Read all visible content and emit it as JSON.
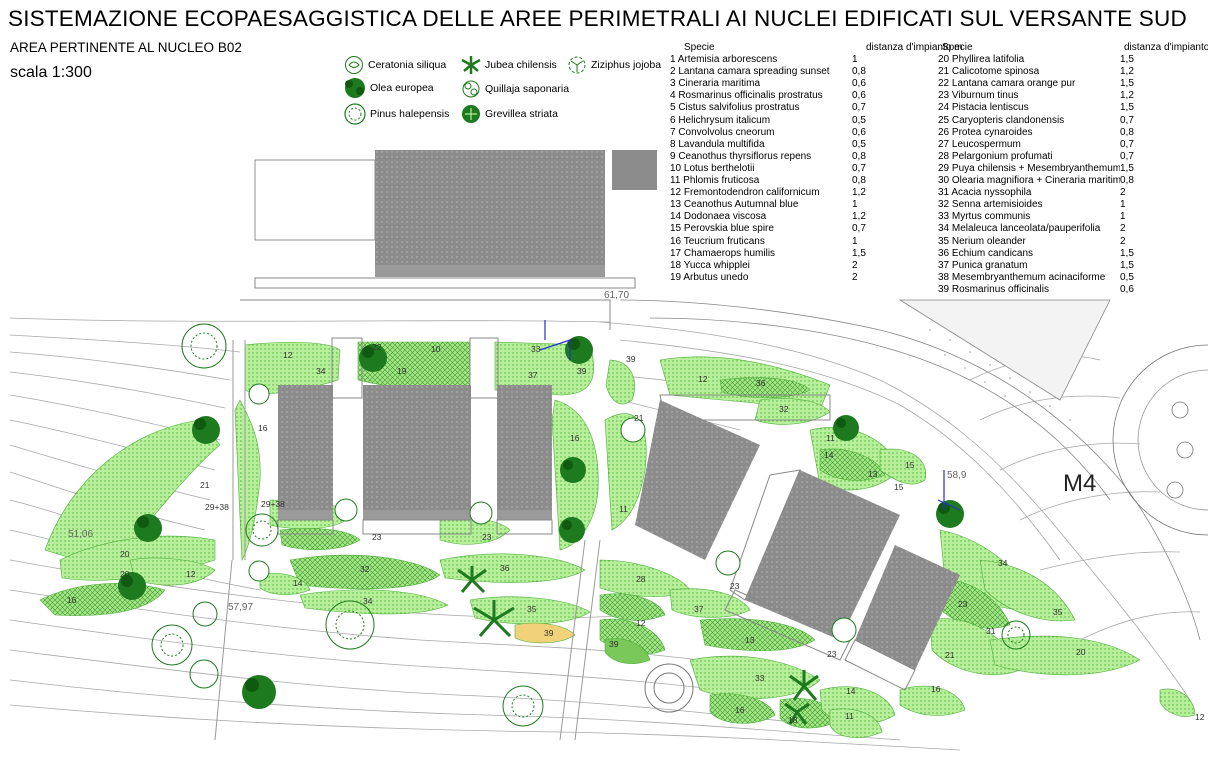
{
  "header": {
    "title": "SISTEMAZIONE ECOPAESAGGISTICA DELLE AREE PERIMETRALI AI NUCLEI EDIFICATI SUL VERSANTE SUD",
    "subtitle": "AREA PERTINENTE AL NUCLEO B02",
    "scale": "scala 1:300"
  },
  "legend": [
    {
      "label": "Ceratonia siliqua",
      "icon": "ceratonia-icon"
    },
    {
      "label": "Jubea chilensis",
      "icon": "palm-icon"
    },
    {
      "label": "Ziziphus jojoba",
      "icon": "ziziphus-icon"
    },
    {
      "label": "Olea europea",
      "icon": "olea-icon"
    },
    {
      "label": "Quillaja saponaria",
      "icon": "quillaja-icon"
    },
    {
      "label": "Pinus halepensis",
      "icon": "pinus-icon"
    },
    {
      "label": "Grevillea striata",
      "icon": "grevillea-icon"
    }
  ],
  "species_header": {
    "species": "Specie",
    "distance": "distanza d'impianto m"
  },
  "species_left": [
    {
      "n": "1",
      "name": "Artemisia arborescens",
      "d": "1"
    },
    {
      "n": "2",
      "name": "Lantana camara spreading sunset",
      "d": "0,8"
    },
    {
      "n": "3",
      "name": "Cineraria maritima",
      "d": "0,6"
    },
    {
      "n": "4",
      "name": "Rosmarinus officinalis prostratus",
      "d": "0,6"
    },
    {
      "n": "5",
      "name": "Cistus salvifolius prostratus",
      "d": "0,7"
    },
    {
      "n": "6",
      "name": "Helichrysum italicum",
      "d": "0,5"
    },
    {
      "n": "7",
      "name": "Convolvolus cneorum",
      "d": "0,6"
    },
    {
      "n": "8",
      "name": "Lavandula multifida",
      "d": "0,5"
    },
    {
      "n": "9",
      "name": "Ceanothus thyrsiflorus repens",
      "d": "0,8"
    },
    {
      "n": "10",
      "name": "Lotus berthelotii",
      "d": "0,7"
    },
    {
      "n": "11",
      "name": "Phlomis fruticosa",
      "d": "0,8"
    },
    {
      "n": "12",
      "name": "Fremontodendron californicum",
      "d": "1,2"
    },
    {
      "n": "13",
      "name": "Ceanothus Autumnal blue",
      "d": "1"
    },
    {
      "n": "14",
      "name": "Dodonaea viscosa",
      "d": "1,2"
    },
    {
      "n": "15",
      "name": "Perovskia blue spire",
      "d": "0,7"
    },
    {
      "n": "16",
      "name": "Teucrium fruticans",
      "d": "1"
    },
    {
      "n": "17",
      "name": "Chamaerops humilis",
      "d": "1,5"
    },
    {
      "n": "18",
      "name": "Yucca whipplei",
      "d": "2"
    },
    {
      "n": "19",
      "name": "Arbutus unedo",
      "d": "2"
    }
  ],
  "species_right": [
    {
      "n": "20",
      "name": "Phyllirea latifolia",
      "d": "1,5"
    },
    {
      "n": "21",
      "name": "Calicotome spinosa",
      "d": "1,2"
    },
    {
      "n": "22",
      "name": "Lantana camara orange pur",
      "d": "1,5"
    },
    {
      "n": "23",
      "name": "Viburnum tinus",
      "d": "1,2"
    },
    {
      "n": "24",
      "name": "Pistacia lentiscus",
      "d": "1,5"
    },
    {
      "n": "25",
      "name": "Caryopteris clandonensis",
      "d": "0,7"
    },
    {
      "n": "26",
      "name": "Protea cynaroides",
      "d": "0,8"
    },
    {
      "n": "27",
      "name": "Leucospermum",
      "d": "0,7"
    },
    {
      "n": "28",
      "name": "Pelargonium profumati",
      "d": "0,7"
    },
    {
      "n": "29",
      "name": "Puya chilensis + Mesembryanthemum",
      "d": "1,5"
    },
    {
      "n": "30",
      "name": "Olearia magnifiora + Cineraria maritima",
      "d": "0,8"
    },
    {
      "n": "31",
      "name": "Acacia nyssophila",
      "d": "2"
    },
    {
      "n": "32",
      "name": "Senna artemisioides",
      "d": "1"
    },
    {
      "n": "33",
      "name": "Myrtus communis",
      "d": "1"
    },
    {
      "n": "34",
      "name": "Melaleuca lanceolata/pauperifolia",
      "d": "2"
    },
    {
      "n": "35",
      "name": "Nerium oleander",
      "d": "2"
    },
    {
      "n": "36",
      "name": "Echium candicans",
      "d": "1,5"
    },
    {
      "n": "37",
      "name": "Punica granatum",
      "d": "1,5"
    },
    {
      "n": "38",
      "name": "Mesembryanthemum acinaciforme",
      "d": "0,5"
    },
    {
      "n": "39",
      "name": "Rosmarinus officinalis",
      "d": "0,6"
    }
  ],
  "plan": {
    "zone": "M4",
    "elevations": [
      "61,70",
      "58,9",
      "51,06",
      "57,97"
    ],
    "bed_labels": [
      "12",
      "22",
      "19",
      "10",
      "34",
      "33",
      "37",
      "39",
      "39",
      "12",
      "36",
      "32",
      "16",
      "21",
      "16",
      "11",
      "15",
      "14",
      "13",
      "15",
      "12",
      "29+38",
      "29+38",
      "21",
      "20",
      "23",
      "23",
      "23",
      "11",
      "32",
      "36",
      "34",
      "35",
      "39",
      "14",
      "28",
      "37",
      "12",
      "39",
      "13",
      "33",
      "23",
      "16",
      "18",
      "11",
      "14",
      "34",
      "23",
      "35",
      "31",
      "21",
      "20",
      "16",
      "16",
      "20",
      "12"
    ],
    "colors": {
      "light_green": "#b8ef9a",
      "mid_green": "#8fd86a",
      "dark_green": "#1e7a1e",
      "building": "#8c8c8c",
      "line": "#9a9a9a",
      "blue": "#2233cc"
    }
  }
}
